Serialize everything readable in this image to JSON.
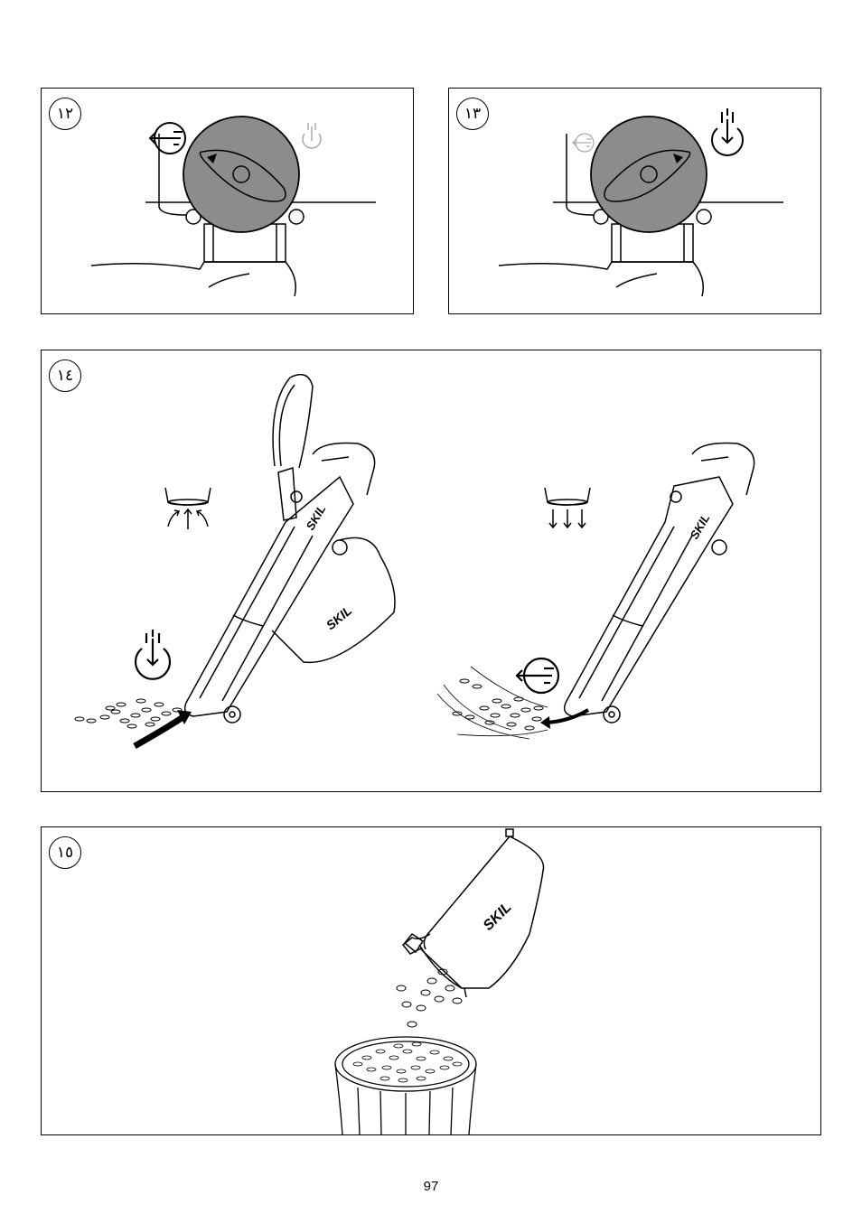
{
  "figures": [
    {
      "id": "12",
      "label": "١٢"
    },
    {
      "id": "13",
      "label": "١٣"
    },
    {
      "id": "14",
      "label": "١٤"
    },
    {
      "id": "15",
      "label": "١٥"
    }
  ],
  "brand": "SKIL",
  "page_number": "97",
  "colors": {
    "dial_gray": "#8c8c8c",
    "line": "#000000",
    "inactive_icon": "#aaaaaa"
  },
  "icons": [
    "blow-mode-icon",
    "vacuum-mode-icon",
    "airflow-in-icon",
    "airflow-out-icon"
  ]
}
